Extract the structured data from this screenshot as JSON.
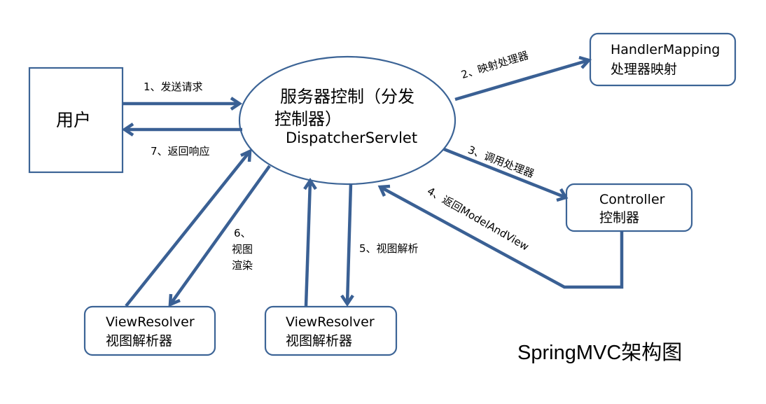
{
  "nodes": {
    "user": "用户",
    "server": {
      "line1": "服务器控制（分发",
      "line2": "控制器）",
      "sub": "DispatcherServlet"
    },
    "handler_mapping": {
      "name": "HandlerMapping",
      "desc": "处理器映射"
    },
    "controller": {
      "name": "Controller",
      "desc": "控制器"
    },
    "view_resolver_left": {
      "name": "ViewResolver",
      "desc": "视图解析器"
    },
    "view_resolver_mid": {
      "name": "ViewResolver",
      "desc": "视图解析器"
    }
  },
  "edges": {
    "step1": "1、发送请求",
    "step2": "2、映射处理器",
    "step3": "3、调用处理器",
    "step4": "4、返回ModelAndView",
    "step5": "5、视图解析",
    "step6_a": "6、",
    "step6_b": "视图",
    "step6_c": "渲染",
    "step7": "7、返回响应"
  },
  "title": "SpringMVC架构图",
  "colors": {
    "arrow": "#3a6094",
    "border": "#3c6496"
  }
}
